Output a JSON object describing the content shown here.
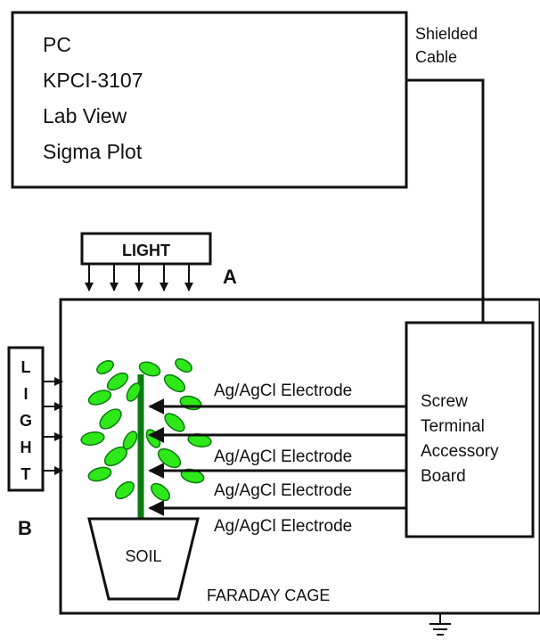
{
  "pc_box": {
    "lines": [
      "PC",
      "KPCI-3107",
      "Lab View",
      "Sigma Plot"
    ]
  },
  "cable": {
    "line1": "Shielded",
    "line2": "Cable"
  },
  "light_top": {
    "label": "LIGHT",
    "marker": "A"
  },
  "light_side": {
    "letters": [
      "L",
      "I",
      "G",
      "H",
      "T"
    ],
    "marker": "B"
  },
  "electrodes": [
    "Ag/AgCl Electrode",
    "Ag/AgCl Electrode",
    "Ag/AgCl Electrode",
    "Ag/AgCl Electrode"
  ],
  "board": {
    "lines": [
      "Screw",
      "Terminal",
      "Accessory",
      "Board"
    ]
  },
  "pot_label": "SOIL",
  "cage_label": "FARADAY CAGE",
  "colors": {
    "line": "#111111",
    "leaf": "#2ee81a",
    "leaf_dark": "#0c7a10"
  },
  "icons": [
    "ground-icon",
    "plant-icon",
    "arrow-icon"
  ]
}
